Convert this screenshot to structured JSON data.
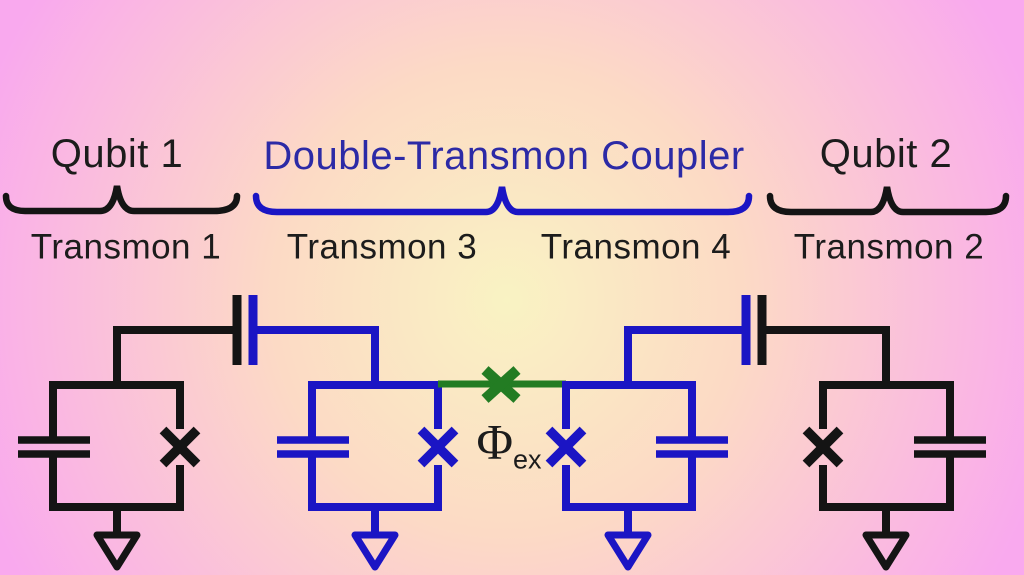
{
  "diagram": {
    "groups": {
      "qubit1": {
        "label": "Qubit 1",
        "transmon": "Transmon 1"
      },
      "coupler": {
        "label": "Double-Transmon Coupler",
        "transmon_left": "Transmon 3",
        "transmon_right": "Transmon 4"
      },
      "qubit2": {
        "label": "Qubit 2",
        "transmon": "Transmon 2"
      }
    },
    "flux": {
      "symbol": "Φ",
      "subscript": "ex"
    },
    "symbols": {
      "josephson_junction": "x-cross",
      "shared_junction": "green-x-cross",
      "capacitor": "parallel-plate-capacitor",
      "coupling_capacitor": "two-tone-plate-capacitor",
      "ground": "open-triangle-down"
    }
  },
  "colors": {
    "background_center": "#f9f3c3",
    "background_mid": "#fcdac5",
    "background_edge": "#f9a9ee",
    "qubit_circuit": "#141414",
    "coupler_circuit": "#1b15c4",
    "coupler_label": "#2c2aa6",
    "shared_junction_green": "#237c23",
    "label_text": "#1c1c1c"
  }
}
